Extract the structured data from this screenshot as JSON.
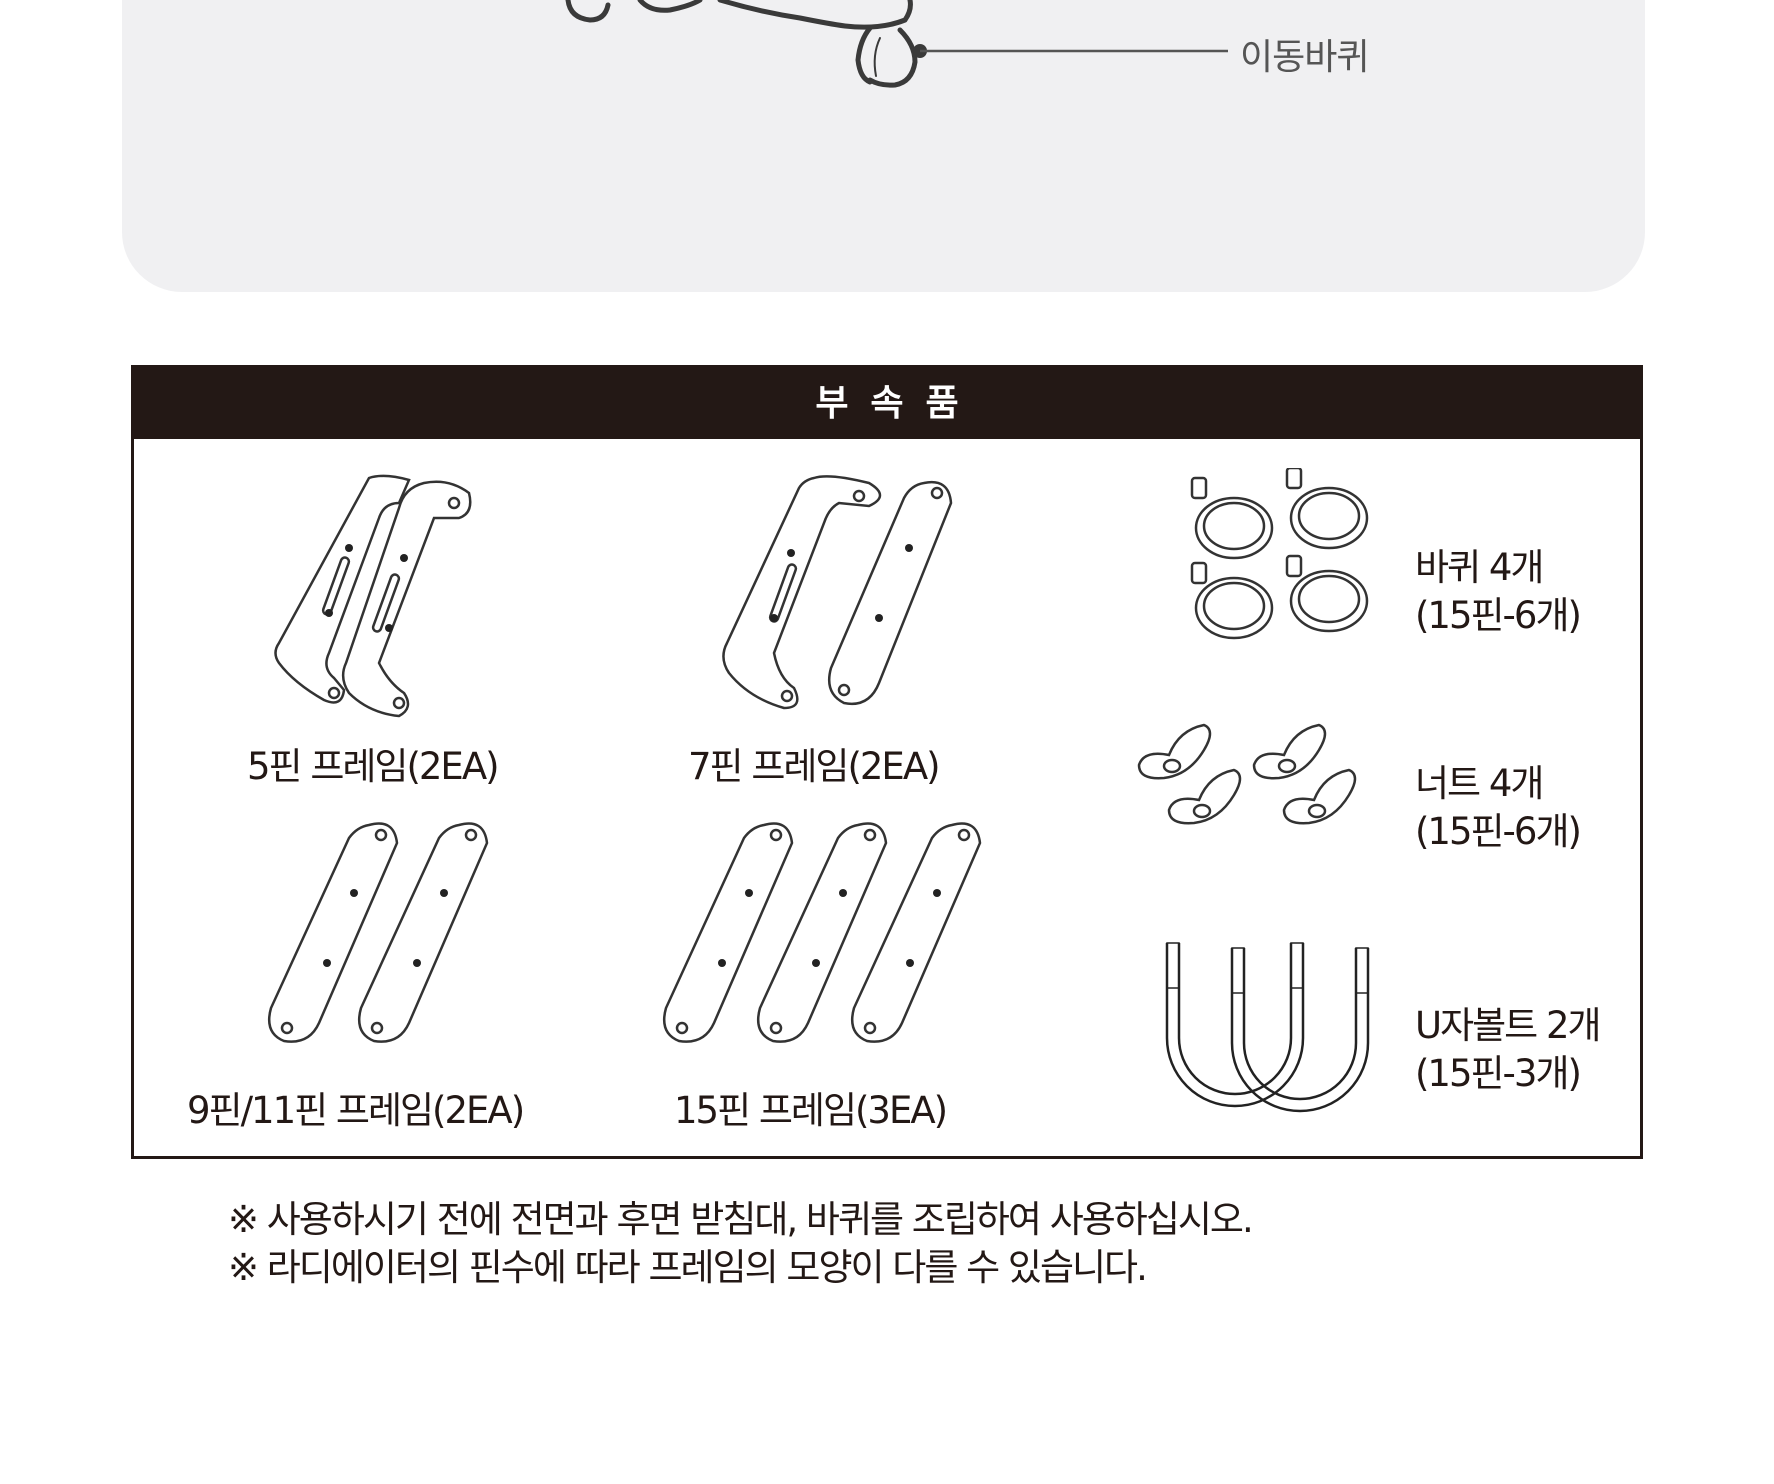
{
  "top_section": {
    "callout_label": "이동바퀴",
    "panel_color": "#f0f0f2"
  },
  "accessories": {
    "title": "부속품",
    "header_color": "#231815",
    "items": [
      {
        "label": "5핀 프레임(2EA)"
      },
      {
        "label": "7핀 프레임(2EA)"
      },
      {
        "label": "9핀/11핀 프레임(2EA)"
      },
      {
        "label": "15핀 프레임(3EA)"
      },
      {
        "label": "바퀴 4개",
        "sub": "(15핀-6개)"
      },
      {
        "label": "너트 4개",
        "sub": "(15핀-6개)"
      },
      {
        "label": "U자볼트 2개",
        "sub": "(15핀-3개)"
      }
    ]
  },
  "notes": [
    "※ 사용하시기 전에 전면과 후면 받침대, 바퀴를 조립하여 사용하십시오.",
    "※ 라디에이터의 핀수에 따라 프레임의 모양이 다를 수 있습니다."
  ]
}
